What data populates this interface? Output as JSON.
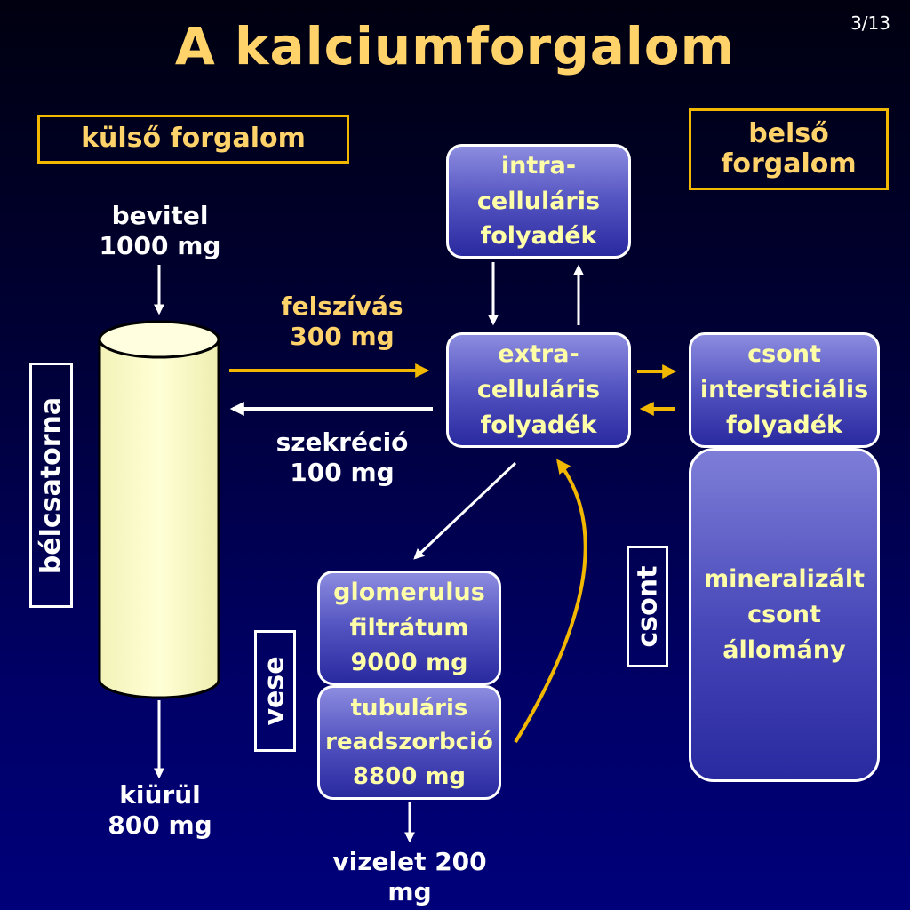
{
  "title": "A kalciumforgalom",
  "page_number": "3/13",
  "labels": {
    "external": "külső forgalom",
    "internal": "belső\nforgalom",
    "intestine": "bélcsatorna",
    "kidney": "vese",
    "bone": "csont"
  },
  "flows": {
    "intake": "bevitel\n1000 mg",
    "absorption": "felszívás\n300 mg",
    "secretion": "szekréció\n100 mg",
    "excretion": "kiürül\n800 mg",
    "urine": "vizelet 200\nmg"
  },
  "boxes": {
    "intracellular": "intra-\ncelluláris\nfolyadék",
    "extracellular": "extra-\ncelluláris\nfolyadék",
    "bone_interstitial": "csont\nintersticiális\nfolyadék",
    "glomerulus": "glomerulus\nfiltrátum\n9000 mg",
    "tubular": "tubuláris\nreadszorbció\n8800 mg",
    "mineralized_bone": "mineralizált\ncsont\nállomány"
  },
  "colors": {
    "accent": "#ffd36a",
    "box_text": "#ffffa8",
    "intestine_fill": "#ffffcc",
    "arrow_yellow": "#f2b800"
  }
}
